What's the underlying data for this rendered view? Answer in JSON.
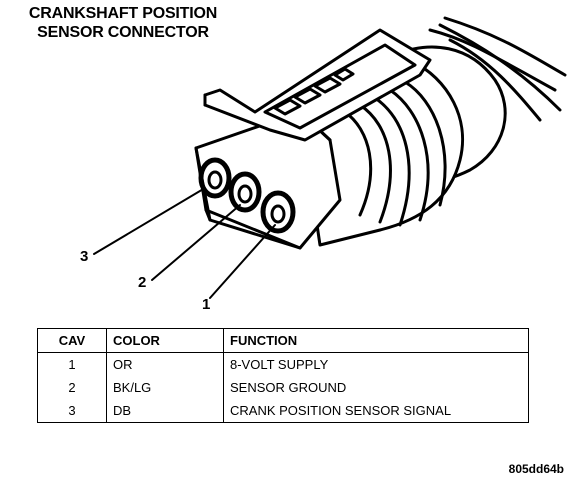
{
  "title": {
    "line1": "CRANKSHAFT POSITION",
    "line2": "SENSOR CONNECTOR"
  },
  "callouts": [
    "3",
    "2",
    "1"
  ],
  "table": {
    "headers": [
      "CAV",
      "COLOR",
      "FUNCTION"
    ],
    "rows": [
      [
        "1",
        "OR",
        "8-VOLT SUPPLY"
      ],
      [
        "2",
        "BK/LG",
        "SENSOR GROUND"
      ],
      [
        "3",
        "DB",
        "CRANK POSITION SENSOR SIGNAL"
      ]
    ]
  },
  "figure_code": "805dd64b"
}
